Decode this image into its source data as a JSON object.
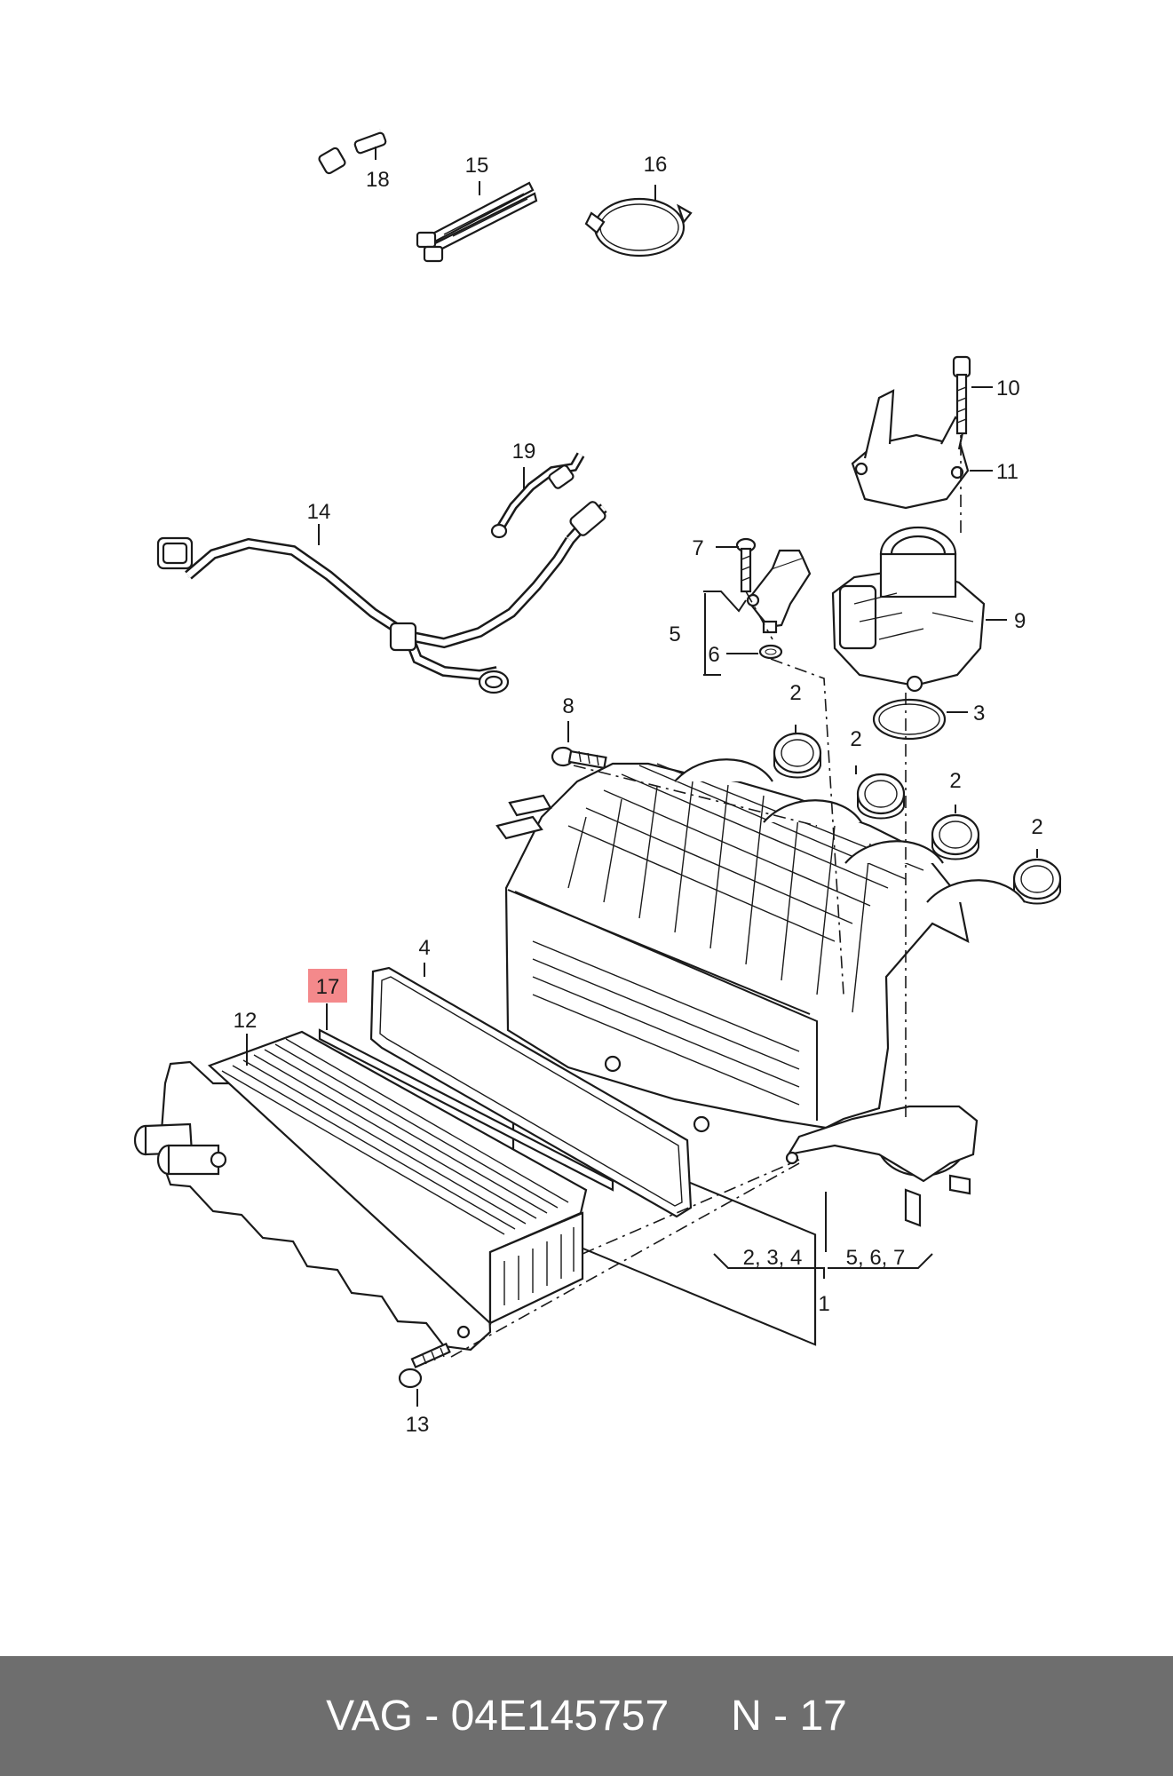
{
  "callouts": {
    "c1": "1",
    "c2a": "2",
    "c2b": "2",
    "c2c": "2",
    "c2d": "2",
    "c3": "3",
    "c4": "4",
    "c5": "5",
    "c6": "6",
    "c7": "7",
    "c8": "8",
    "c9": "9",
    "c10": "10",
    "c11": "11",
    "c12": "12",
    "c13": "13",
    "c14": "14",
    "c15": "15",
    "c16": "16",
    "c17": "17",
    "c18": "18",
    "c19": "19",
    "group_left": "2, 3, 4",
    "group_right": "5, 6, 7"
  },
  "highlight_color": "#f4898b",
  "footer": {
    "part_code": "VAG - 04E145757",
    "position": "N - 17",
    "background": "#6e6e6e"
  }
}
